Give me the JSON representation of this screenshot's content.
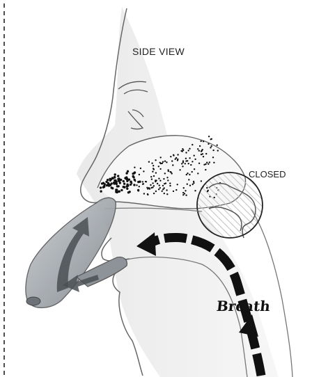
{
  "figure": {
    "view_label": "SIDE VIEW",
    "valve_state_label": "CLOSED",
    "airflow_label": "Breath"
  },
  "colors": {
    "outline": "#555555",
    "shadow": "#d4d4d4",
    "arrow": "#111111",
    "device": "#9aa0a6",
    "hatch": "#bdbdbd"
  },
  "icons": {
    "device": "nasal-spray-device-icon",
    "flow": "breath-arrow-icon"
  }
}
